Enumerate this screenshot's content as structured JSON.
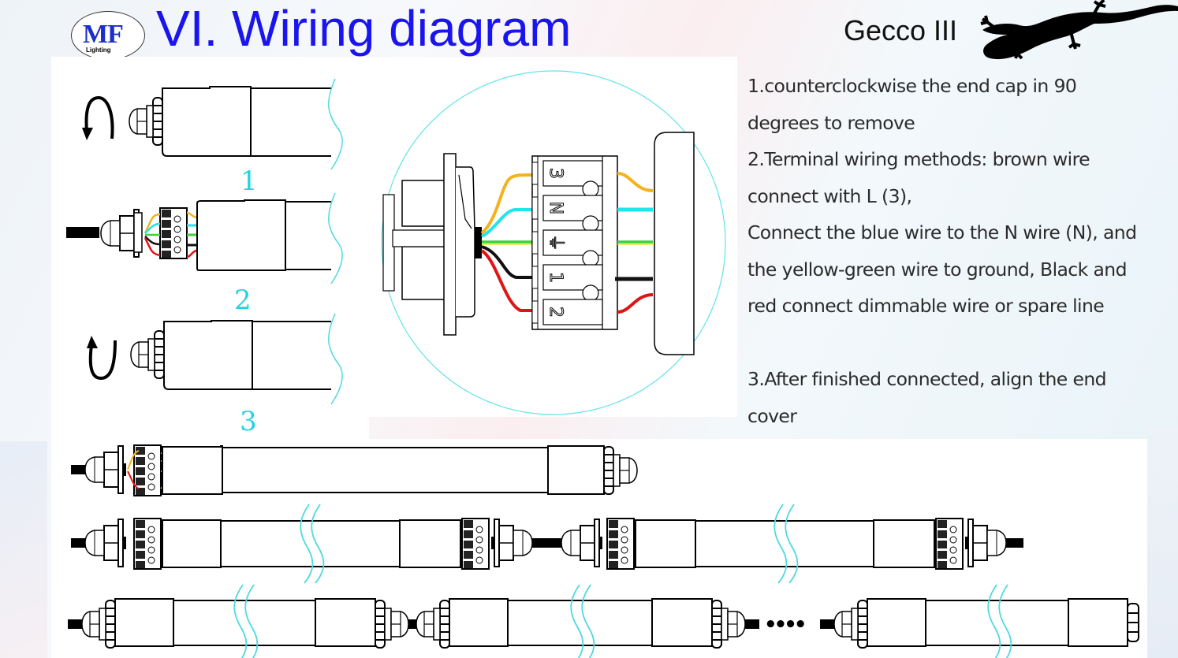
{
  "header": {
    "logo": {
      "mark": "MF",
      "subtext": "Lighting"
    },
    "title": "VI. Wiring diagram",
    "product_name": "Gecco III",
    "product_icon": "gecko-icon"
  },
  "steps": [
    {
      "number": "1",
      "rotation": "counterclockwise-arrow-icon"
    },
    {
      "number": "2",
      "rotation": "none"
    },
    {
      "number": "3",
      "rotation": "clockwise-arrow-icon"
    }
  ],
  "terminal_block": {
    "terminals": [
      {
        "label": "3",
        "wire_color_name": "brown (shown orange)",
        "color": "#f5b21c"
      },
      {
        "label": "N",
        "wire_color_name": "blue",
        "color": "#21e5ec"
      },
      {
        "label": "⏚",
        "wire_color_name": "yellow-green",
        "color": "#3cd23c"
      },
      {
        "label": "1",
        "wire_color_name": "black",
        "color": "#111111"
      },
      {
        "label": "2",
        "wire_color_name": "red",
        "color": "#e11414"
      }
    ],
    "magnifier_color": "#62e3ea"
  },
  "instructions": {
    "lines": [
      "1.counterclockwise the end cap in 90",
      "degrees to remove",
      "2.Terminal wiring methods: brown wire",
      "connect with L (3),",
      "Connect the blue wire to the N wire (N), and",
      "the yellow-green wire to ground, Black and",
      "red connect dimmable wire or spare line",
      "",
      "3.After finished connected, align the end",
      "cover"
    ]
  },
  "connection_rows": [
    {
      "name": "single-fixture",
      "description": "single tube with wired terminal on left, end cap on right"
    },
    {
      "name": "through-wiring",
      "description": "two tubes linked by terminal blocks and cable"
    },
    {
      "name": "linked-series",
      "ellipsis": "••••",
      "description": "multiple tubes connected in series"
    }
  ],
  "colors": {
    "title": "#1a14ee",
    "step_numbers": "#21d4e0",
    "text": "#2b2b2b"
  }
}
